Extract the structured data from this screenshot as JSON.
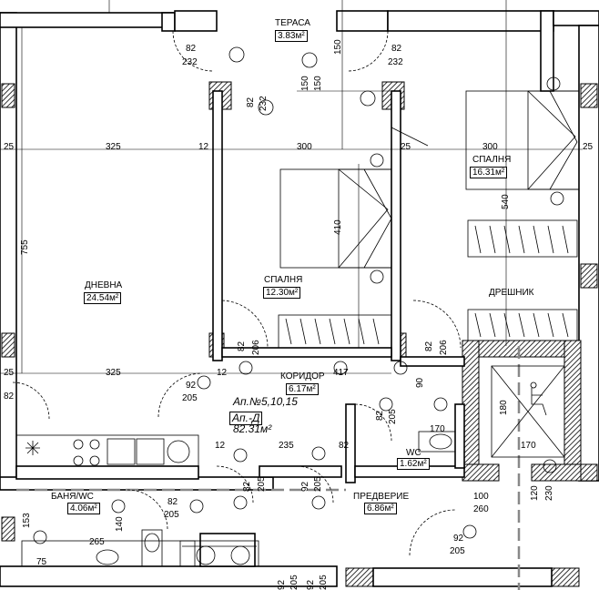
{
  "apartment": {
    "label": "Ап.№5,10,15",
    "type": "Ап.-Д",
    "area": "82.31м²"
  },
  "rooms": [
    {
      "id": "terrace",
      "name": "ТЕРАСА",
      "area": "3.83м²"
    },
    {
      "id": "living",
      "name": "ДНЕВНА",
      "area": "24.54м²"
    },
    {
      "id": "bedroom1",
      "name": "СПАЛНЯ",
      "area": "12.30м²"
    },
    {
      "id": "bedroom2",
      "name": "СПАЛНЯ",
      "area": "16.31м²"
    },
    {
      "id": "corridor",
      "name": "КОРИДОР",
      "area": "6.17м²"
    },
    {
      "id": "wc",
      "name": "WC",
      "area": "1.62м²"
    },
    {
      "id": "bath",
      "name": "БАНЯ/WC",
      "area": "4.06м²"
    },
    {
      "id": "hall",
      "name": "ПРЕДВЕРИЕ",
      "area": "6.86м²"
    },
    {
      "id": "wardrobe",
      "name": "ДРЕШНИК",
      "area": ""
    }
  ],
  "dimensions": {
    "top_door_left_w": "82",
    "top_door_left_h": "232",
    "top_door_right_w": "82",
    "top_door_right_h": "232",
    "d150a": "150",
    "d150b": "150",
    "d150c": "150",
    "d82v": "82",
    "d232v": "232",
    "d325a": "325",
    "d300a": "300",
    "d300b": "300",
    "d12a": "12",
    "d25a": "25",
    "d25b": "25",
    "d25c": "25",
    "d755": "755",
    "d410": "410",
    "d540": "540",
    "d325b": "325",
    "d12b": "12",
    "d417": "417",
    "d90": "90",
    "d82l": "82",
    "d25l": "25",
    "d92a": "92",
    "d205a": "205",
    "d82s1": "82",
    "d206s1": "206",
    "d82s2": "82",
    "d206s2": "206",
    "d82c": "82",
    "d205c": "205",
    "d12c": "12",
    "d235": "235",
    "d82d": "82",
    "d170a": "170",
    "d170b": "170",
    "d180": "180",
    "d82e": "82",
    "d205e": "205",
    "d92b": "92",
    "d205b": "205",
    "d82f": "82",
    "d205f": "205",
    "d100": "100",
    "d260": "260",
    "d120": "120",
    "d230": "230",
    "d92c": "92",
    "d205g": "205",
    "d140": "140",
    "d265": "265",
    "d153": "153",
    "d75": "75",
    "d92d": "92",
    "d205d": "205",
    "d92e": "92",
    "d205h": "205"
  }
}
